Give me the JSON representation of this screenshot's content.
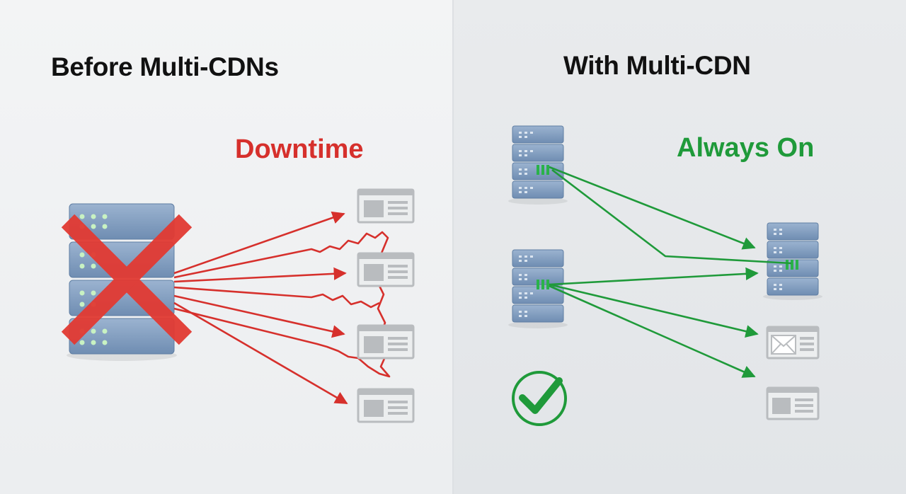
{
  "left_panel": {
    "title": "Before Multi-CDNs",
    "status": "Downtime",
    "status_color": "#d6302c"
  },
  "right_panel": {
    "title": "With Multi-CDN",
    "status": "Always On",
    "status_color": "#1f9a3a"
  },
  "icons": {
    "failed_server": "server-stack-icon",
    "failure_mark": "red-x-icon",
    "edge_servers": "server-stack-icon",
    "success_mark": "checkmark-circle-icon",
    "clients": "browser-window-icon",
    "email_client": "envelope-icon"
  },
  "colors": {
    "server_blue": "#7f9bbd",
    "error_red": "#d6302c",
    "ok_green": "#1f9a3a",
    "client_gray": "#b9bcbf"
  }
}
